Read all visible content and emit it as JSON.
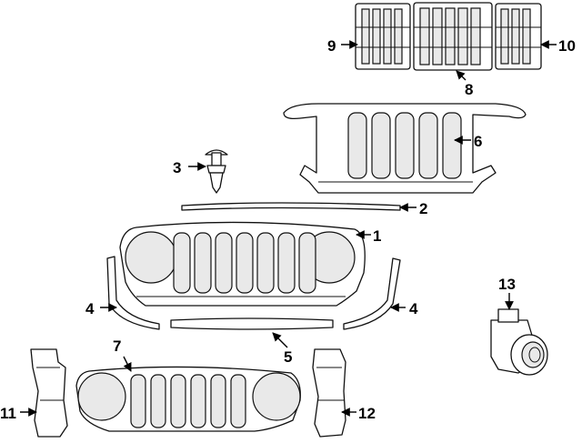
{
  "diagram": {
    "callouts": {
      "c1": "1",
      "c2": "2",
      "c3": "3",
      "c4_left": "4",
      "c4_right": "4",
      "c5": "5",
      "c6": "6",
      "c7": "7",
      "c8": "8",
      "c9": "9",
      "c10": "10",
      "c11": "11",
      "c12": "12",
      "c13": "13"
    }
  }
}
